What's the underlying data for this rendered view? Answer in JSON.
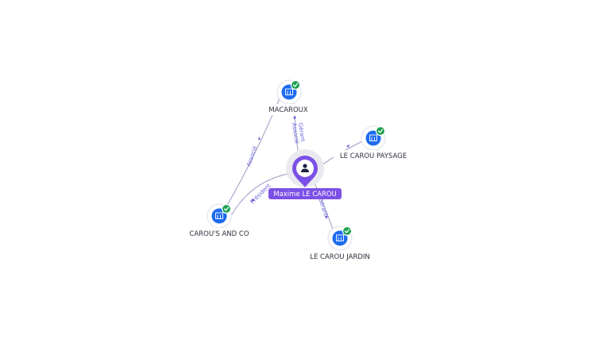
{
  "graph": {
    "person": {
      "name": "Maxime LE CAROU",
      "icon": "person-icon"
    },
    "companies": [
      {
        "id": "macaroux",
        "name": "MACAROUX",
        "icon": "building-icon",
        "verified": true
      },
      {
        "id": "paysage",
        "name": "LE CAROU PAYSAGE",
        "icon": "building-icon",
        "verified": true
      },
      {
        "id": "carous",
        "name": "CAROU'S AND CO",
        "icon": "building-icon",
        "verified": true
      },
      {
        "id": "jardin",
        "name": "LE CAROU JARDIN",
        "icon": "building-icon",
        "verified": true
      }
    ],
    "edges": [
      {
        "from": "person",
        "to": "macaroux",
        "roles": [
          "Gérant",
          "Associé"
        ]
      },
      {
        "from": "person",
        "to": "paysage",
        "roles": []
      },
      {
        "from": "person",
        "to": "carous",
        "roles": [
          "Président"
        ]
      },
      {
        "from": "person",
        "to": "jardin",
        "roles": [
          "Gérant"
        ]
      },
      {
        "from": "carous",
        "to": "macaroux",
        "roles": [
          "Associé"
        ]
      }
    ]
  },
  "colors": {
    "accent": "#7b50e6",
    "company_node": "#1d6bf0",
    "verified": "#1aa14f",
    "edge": "#9a9dc4",
    "edge_label": "#6b62d9"
  }
}
